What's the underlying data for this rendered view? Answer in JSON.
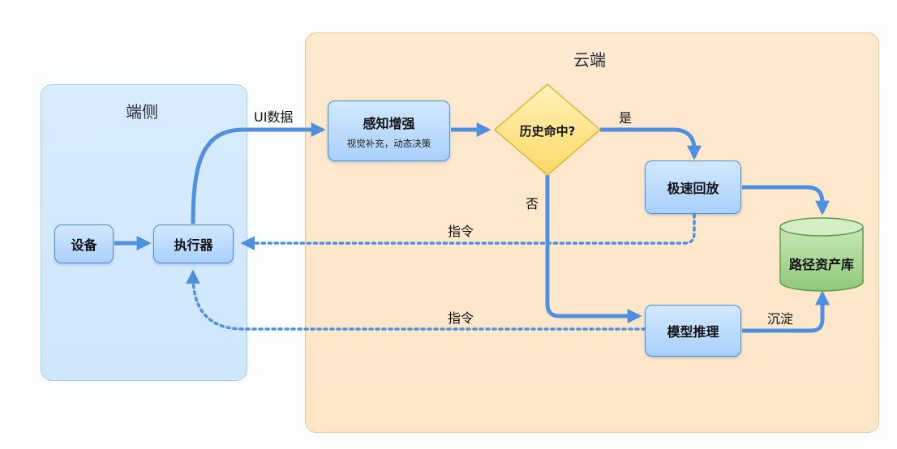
{
  "regions": {
    "device_side": {
      "title": "端侧"
    },
    "cloud_side": {
      "title": "云端"
    }
  },
  "nodes": {
    "device": {
      "label": "设备"
    },
    "executor": {
      "label": "执行器"
    },
    "perception": {
      "label": "感知增强",
      "sublabel": "视觉补充，动态决策"
    },
    "history_check": {
      "label": "历史命中?"
    },
    "fast_replay": {
      "label": "极速回放"
    },
    "model_inference": {
      "label": "模型推理"
    },
    "path_library": {
      "label": "路径资产库"
    }
  },
  "edges": {
    "ui_data": "UI数据",
    "yes": "是",
    "no": "否",
    "command_replay": "指令",
    "command_inference": "指令",
    "deposit": "沉淀"
  },
  "colors": {
    "arrow": "#4f8fdf",
    "device_region_fill": "#d9ecfe",
    "cloud_region_fill": "#fde9cf",
    "decision_fill": "#fde48a",
    "library_fill": "#9fd18d"
  }
}
